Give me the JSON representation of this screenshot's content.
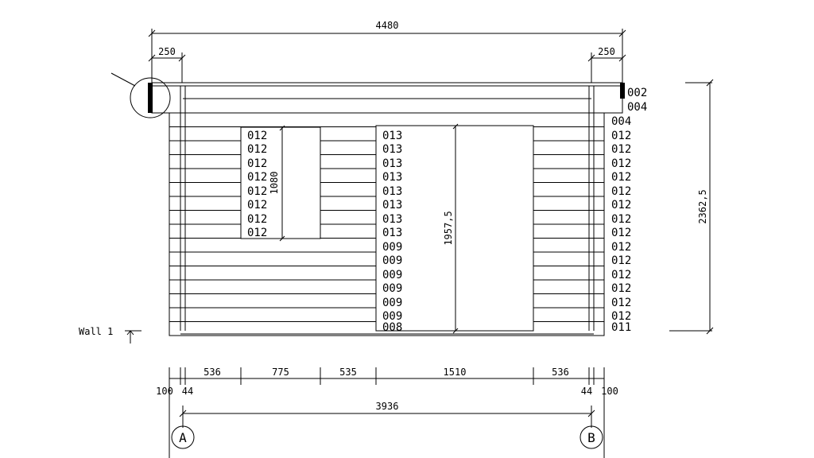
{
  "dimensions": {
    "overall_width": "4480",
    "overhang_left": "250",
    "overhang_right": "250",
    "height": "2362,5",
    "window_height": "1080",
    "door_height": "1957,5",
    "base_width": "3936",
    "segments": [
      "536",
      "775",
      "535",
      "1510",
      "536"
    ],
    "edge_left_outer": "100",
    "edge_left_inner": "44",
    "edge_right_inner": "44",
    "edge_right_outer": "100"
  },
  "labels": {
    "left_column": [
      "012",
      "012",
      "012",
      "012",
      "012",
      "012",
      "012",
      "012"
    ],
    "middle_column": [
      "013",
      "013",
      "013",
      "013",
      "013",
      "013",
      "013",
      "013",
      "009",
      "009",
      "009",
      "009",
      "009",
      "009",
      "008"
    ],
    "right_column": [
      "002",
      "004",
      "004",
      "012",
      "012",
      "012",
      "012",
      "012",
      "012",
      "012",
      "012",
      "012",
      "012",
      "012",
      "012",
      "012",
      "012",
      "011"
    ]
  },
  "wall_label": "Wall 1",
  "axis_labels": {
    "left": "A",
    "right": "B"
  }
}
